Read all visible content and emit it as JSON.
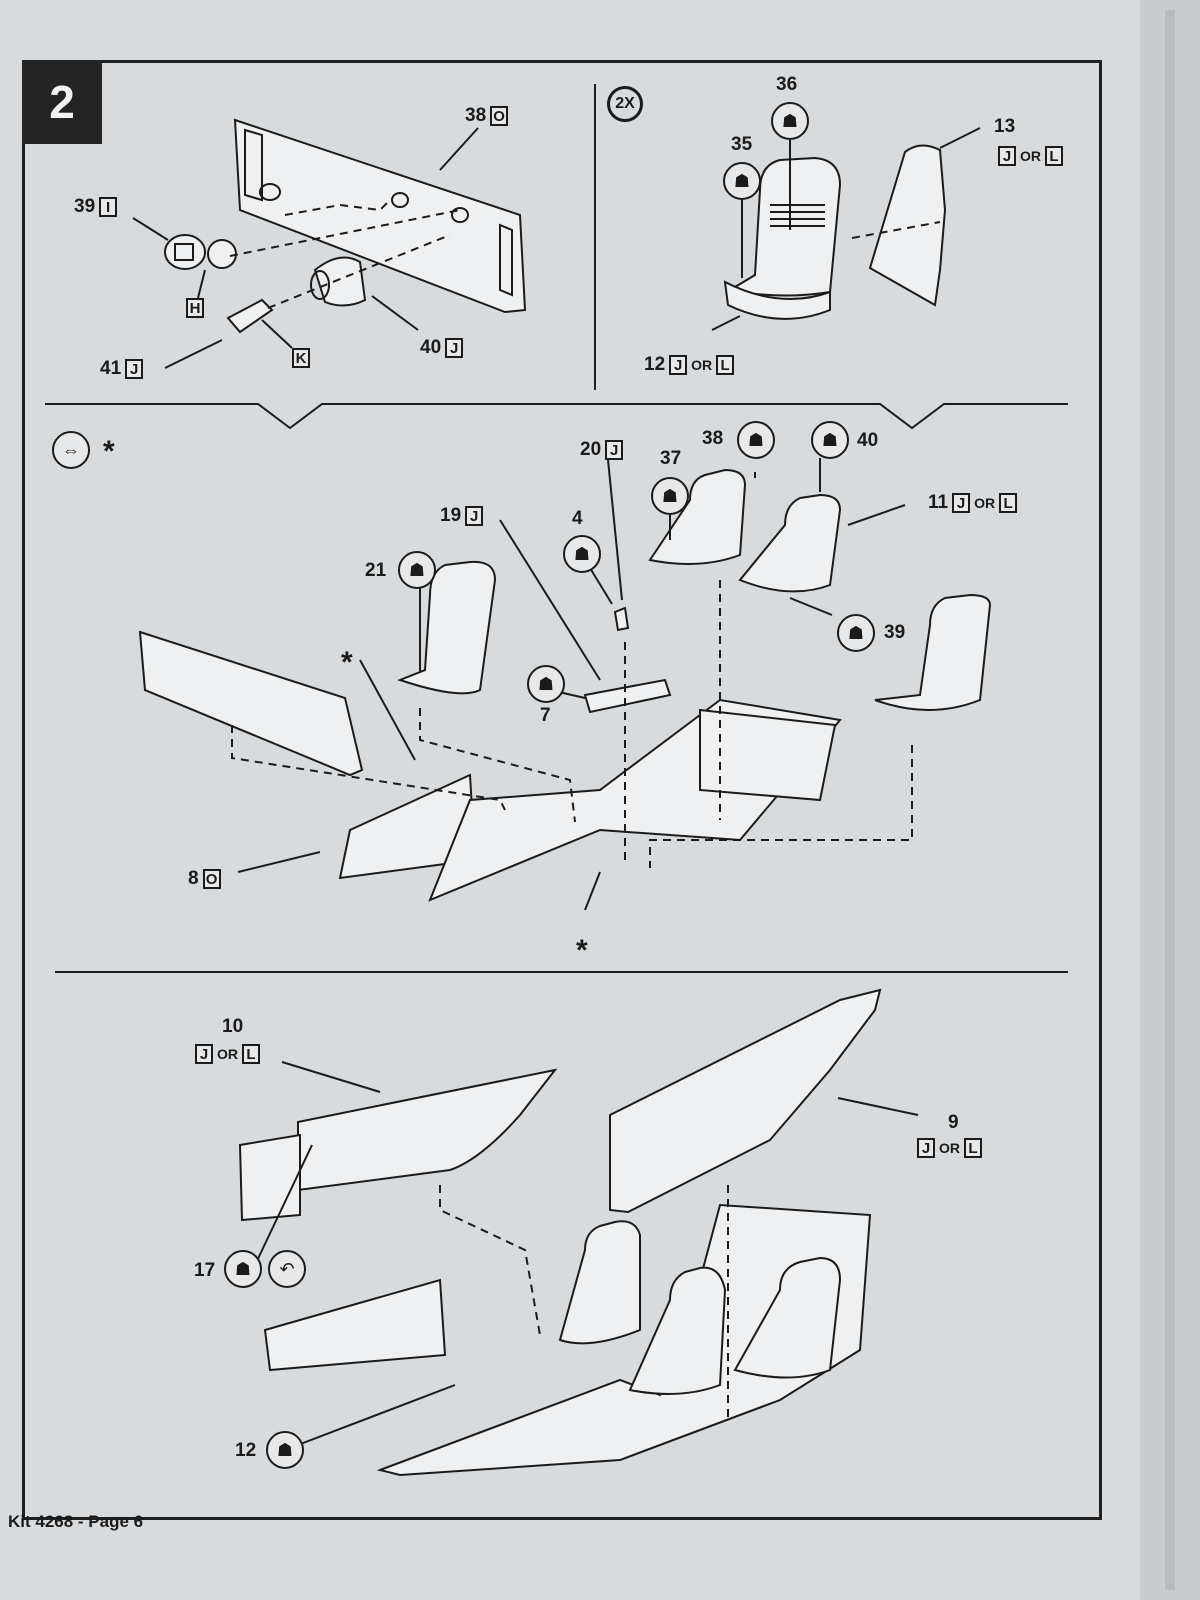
{
  "step": {
    "number": "2"
  },
  "panel_a": {
    "parts": [
      {
        "num": "38",
        "letter": "O"
      },
      {
        "num": "39",
        "letter": "I"
      },
      {
        "num": "",
        "letter": "H"
      },
      {
        "num": "",
        "letter": "K"
      },
      {
        "num": "40",
        "letter": "J"
      },
      {
        "num": "41",
        "letter": "J"
      }
    ]
  },
  "panel_b": {
    "multiplier": "2X",
    "paint_refs": [
      "36",
      "35"
    ],
    "parts": [
      {
        "num": "13",
        "letter1": "J",
        "or": "OR",
        "letter2": "L"
      },
      {
        "num": "12",
        "letter1": "J",
        "or": "OR",
        "letter2": "L"
      }
    ]
  },
  "panel_c": {
    "star": "*",
    "paint_refs": [
      "21",
      "4",
      "7",
      "37",
      "38",
      "40",
      "39"
    ],
    "parts": [
      {
        "num": "20",
        "letter": "J"
      },
      {
        "num": "19",
        "letter": "J"
      },
      {
        "num": "8",
        "letter": "O"
      },
      {
        "num": "11",
        "letter1": "J",
        "or": "OR",
        "letter2": "L"
      }
    ]
  },
  "panel_d": {
    "paint_refs": [
      "17",
      "12"
    ],
    "parts": [
      {
        "num": "10",
        "letter1": "J",
        "or": "OR",
        "letter2": "L"
      },
      {
        "num": "9",
        "letter1": "J",
        "or": "OR",
        "letter2": "L"
      }
    ]
  },
  "footer": {
    "text": "Kit 4268 - Page 6"
  },
  "colors": {
    "paper": "#d8dbdd",
    "ink": "#1b1b1b",
    "step_box": "#242424"
  }
}
